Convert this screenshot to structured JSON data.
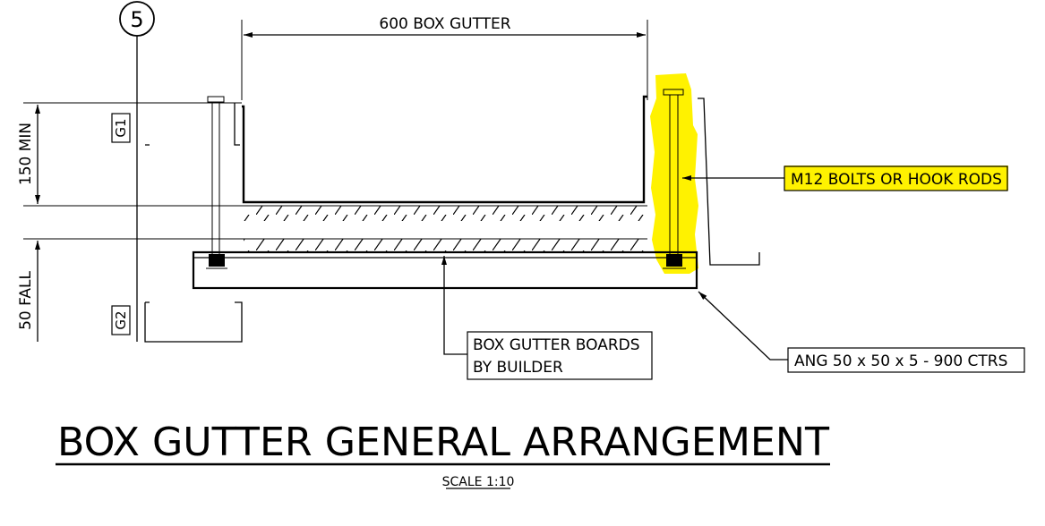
{
  "grid_marker": "5",
  "dimensions": {
    "width": "600 BOX GUTTER",
    "height_min": "150 MIN",
    "fall": "50 FALL"
  },
  "tags": {
    "g1": "G1",
    "g2": "G2"
  },
  "callouts": {
    "bolts": "M12 BOLTS OR HOOK RODS",
    "boards_line1": "BOX GUTTER BOARDS",
    "boards_line2": "BY BUILDER",
    "angle": "ANG 50 x 50 x 5 - 900 CTRS"
  },
  "title": "BOX GUTTER GENERAL ARRANGEMENT",
  "scale": "SCALE 1:10",
  "colors": {
    "highlight": "#fff200",
    "ink": "#000000"
  }
}
